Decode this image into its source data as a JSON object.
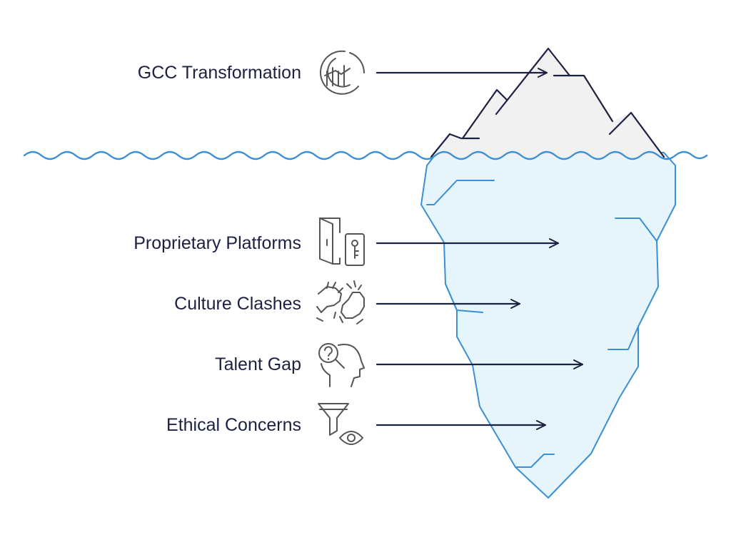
{
  "diagram": {
    "type": "iceberg",
    "colors": {
      "text": "#1c2142",
      "arrow": "#1c2142",
      "tip_fill": "#f1f1f2",
      "tip_stroke": "#1c2142",
      "underwater_fill": "#e6f5fc",
      "underwater_stroke": "#3a8fd6",
      "water_line": "#3a8fd6",
      "icon_stroke": "#555555"
    },
    "items": [
      {
        "label": "GCC Transformation",
        "icon": "growth-chart-cycle-icon",
        "zone": "above-water"
      },
      {
        "label": "Proprietary Platforms",
        "icon": "door-and-lock-icon",
        "zone": "below-water"
      },
      {
        "label": "Culture Clashes",
        "icon": "clashing-fists-icon",
        "zone": "below-water"
      },
      {
        "label": "Talent Gap",
        "icon": "head-with-question-magnifier-icon",
        "zone": "below-water"
      },
      {
        "label": "Ethical Concerns",
        "icon": "funnel-eye-icon",
        "zone": "below-water"
      }
    ]
  }
}
